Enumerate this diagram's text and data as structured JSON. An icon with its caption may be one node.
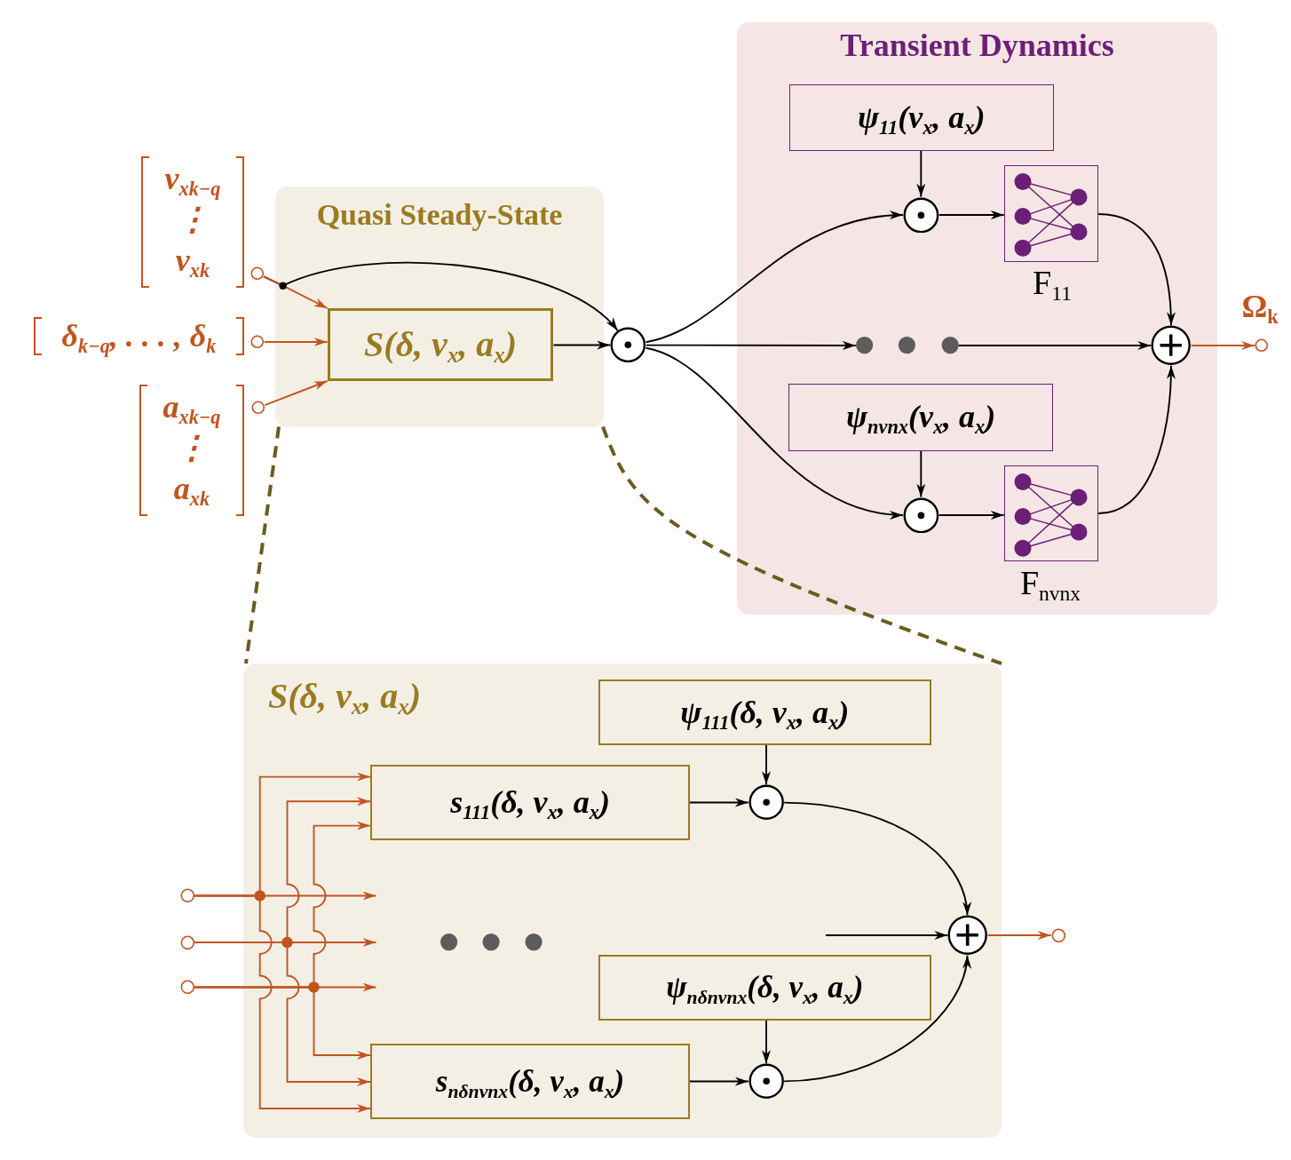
{
  "diagram": {
    "nodes": [
      {
        "text": [],
        "shape": "circle",
        "beside": [
          "v$_{xk−q}$ ⋮ v$_{xk}$"
        ]
      },
      {
        "text": [],
        "shape": "circle",
        "beside": [
          "δ$_{k−q}$, . . . , δ$_{k}$"
        ]
      },
      {
        "text": [],
        "shape": "circle",
        "beside": [
          "a$_{xk−q}$ ⋮ a$_{xk}$"
        ]
      },
      {
        "text": [
          "Quasi Steady-State"
        ]
      },
      {
        "text": [
          "S(δ, v$_{x}$, a$_{x}$)"
        ],
        "in": 3
      },
      {
        "text": [],
        "shape": "circle"
      },
      {
        "text": [
          "Transient Dynamics"
        ]
      },
      {
        "text": [
          "ψ$_{11}$(v$_{x}$, a$_{x}$)"
        ],
        "in": 6
      },
      {
        "text": [],
        "shape": "circle",
        "in": 6
      },
      {
        "text": [],
        "shape": "picture",
        "in": 6,
        "beside": [
          "F$_{11}$"
        ]
      },
      {
        "text": [],
        "shape": "dots",
        "in": 6
      },
      {
        "text": [
          "ψ$_{nvnx}$(v$_{x}$, a$_{x}$)"
        ],
        "in": 6
      },
      {
        "text": [],
        "shape": "circle",
        "in": 6
      },
      {
        "text": [],
        "shape": "picture",
        "in": 6,
        "beside": [
          "F$_{nvnx}$"
        ]
      },
      {
        "text": [],
        "shape": "circle",
        "in": 6
      },
      {
        "text": [],
        "shape": "circle",
        "beside": [
          "Ω$_{k}$"
        ]
      },
      {
        "text": [
          "S(δ, v$_{x}$, a$_{x}$)"
        ]
      },
      {
        "text": [
          "ψ$_{111}$(δ, v$_{x}$, a$_{x}$)"
        ],
        "in": 16
      },
      {
        "text": [
          "s$_{111}$(δ, v$_{x}$, a$_{x}$)"
        ],
        "in": 16
      },
      {
        "text": [],
        "shape": "circle",
        "in": 16
      },
      {
        "text": [],
        "shape": "circle"
      },
      {
        "text": [],
        "shape": "circle"
      },
      {
        "text": [],
        "shape": "circle"
      },
      {
        "text": [],
        "shape": "dots",
        "in": 16
      },
      {
        "text": [],
        "shape": "circle",
        "in": 16
      },
      {
        "text": [],
        "shape": "circle"
      },
      {
        "text": [
          "ψ$_{nδnvnx}$(δ, v$_{x}$, a$_{x}$)"
        ],
        "in": 16
      },
      {
        "text": [
          "s$_{nδnvnx}$(δ, v$_{x}$, a$_{x}$)"
        ],
        "in": 16
      },
      {
        "text": [],
        "shape": "circle",
        "in": 16
      }
    ],
    "edges": [
      {
        "from": 0,
        "to": 4,
        "arrow": "to",
        "color": "#c2541f"
      },
      {
        "from": 0,
        "to": 5,
        "arrow": "to"
      },
      {
        "from": 1,
        "to": 4,
        "arrow": "to",
        "color": "#c2541f"
      },
      {
        "from": 2,
        "to": 4,
        "arrow": "to",
        "color": "#c2541f"
      },
      {
        "from": 4,
        "to": 5,
        "arrow": "to"
      },
      {
        "from": 5,
        "to": 8,
        "arrow": "to"
      },
      {
        "from": 5,
        "to": 10,
        "arrow": "to"
      },
      {
        "from": 5,
        "to": 12,
        "arrow": "to"
      },
      {
        "from": 7,
        "to": 8,
        "arrow": "to"
      },
      {
        "from": 8,
        "to": 9,
        "arrow": "to"
      },
      {
        "from": 9,
        "to": 14,
        "arrow": "to"
      },
      {
        "from": 10,
        "to": 14,
        "arrow": "to"
      },
      {
        "from": 11,
        "to": 12,
        "arrow": "to"
      },
      {
        "from": 12,
        "to": 13,
        "arrow": "to"
      },
      {
        "from": 13,
        "to": 14,
        "arrow": "to"
      },
      {
        "from": 14,
        "to": 15,
        "arrow": "to",
        "color": "#c2541f"
      },
      {
        "from": 3,
        "to": 16,
        "arrow": "none",
        "style": "dashed",
        "color": "#6b5b1f"
      },
      {
        "from": 3,
        "to": 16,
        "arrow": "none",
        "style": "dashed",
        "color": "#6b5b1f"
      },
      {
        "from": 20,
        "to": 18,
        "arrow": "to",
        "color": "#c2541f"
      },
      {
        "from": 20,
        "to": null,
        "arrow": "to",
        "color": "#c2541f"
      },
      {
        "from": 20,
        "to": 27,
        "arrow": "to",
        "color": "#c2541f"
      },
      {
        "from": 21,
        "to": 18,
        "arrow": "to",
        "color": "#c2541f"
      },
      {
        "from": 21,
        "to": null,
        "arrow": "to",
        "color": "#c2541f"
      },
      {
        "from": 21,
        "to": 27,
        "arrow": "to",
        "color": "#c2541f"
      },
      {
        "from": 22,
        "to": 18,
        "arrow": "to",
        "color": "#c2541f"
      },
      {
        "from": 22,
        "to": null,
        "arrow": "to",
        "color": "#c2541f"
      },
      {
        "from": 22,
        "to": 27,
        "arrow": "to",
        "color": "#c2541f"
      },
      {
        "from": 17,
        "to": 19,
        "arrow": "to"
      },
      {
        "from": 18,
        "to": 19,
        "arrow": "to"
      },
      {
        "from": 19,
        "to": 24,
        "arrow": "to"
      },
      {
        "from": null,
        "to": 24,
        "arrow": "to"
      },
      {
        "from": 26,
        "to": 28,
        "arrow": "to"
      },
      {
        "from": 27,
        "to": 28,
        "arrow": "to"
      },
      {
        "from": 28,
        "to": 24,
        "arrow": "to"
      },
      {
        "from": 24,
        "to": 25,
        "arrow": "to",
        "color": "#c2541f"
      }
    ]
  }
}
